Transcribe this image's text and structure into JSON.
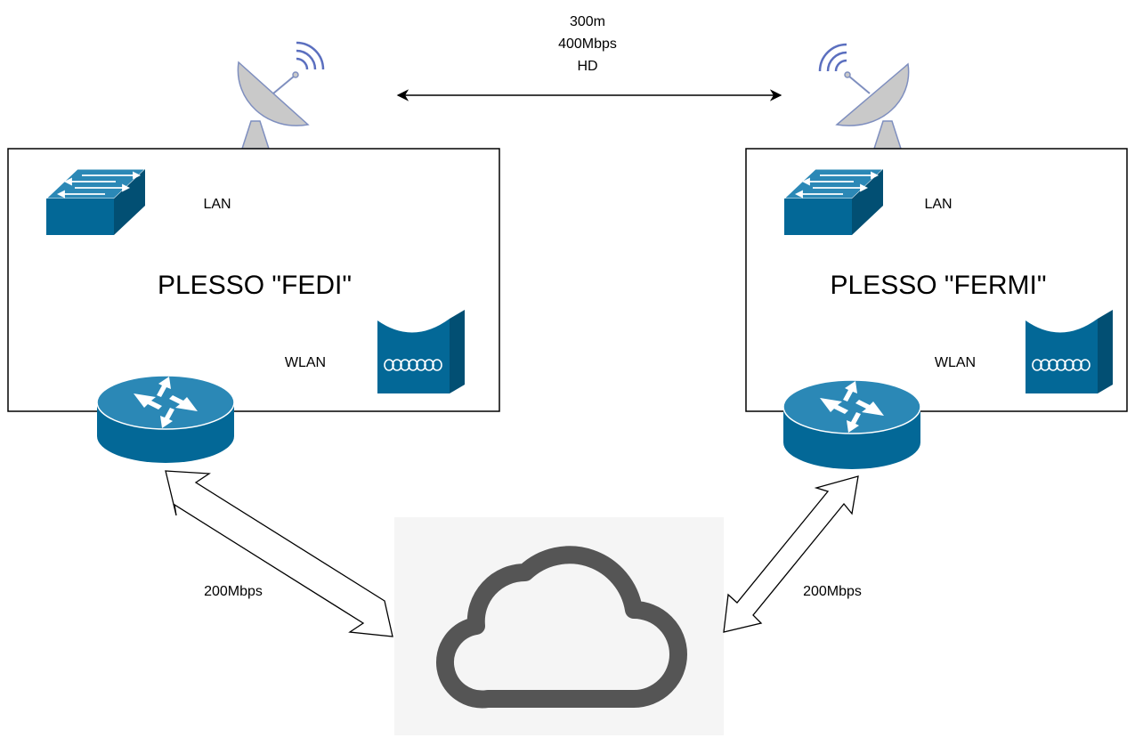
{
  "link": {
    "distance": "300m",
    "bandwidth": "400Mbps",
    "mode": "HD"
  },
  "sites": [
    {
      "name": "PLESSO \"FEDI\"",
      "lan_label": "LAN",
      "wlan_label": "WLAN",
      "uplink_label": "200Mbps"
    },
    {
      "name": "PLESSO \"FERMI\"",
      "lan_label": "LAN",
      "wlan_label": "WLAN",
      "uplink_label": "200Mbps"
    }
  ],
  "colors": {
    "device_blue": "#036897",
    "device_blue_light": "#2b88b6",
    "dish_gray": "#c9c9c9",
    "dish_outline": "#7f8fbf",
    "wifi_waves": "#5b6fbf",
    "cloud_bg": "#f5f5f5",
    "cloud_stroke": "#555555"
  },
  "icons": [
    "satellite-dish-icon",
    "switch-icon",
    "router-icon",
    "wireless-access-point-icon",
    "cloud-icon"
  ]
}
